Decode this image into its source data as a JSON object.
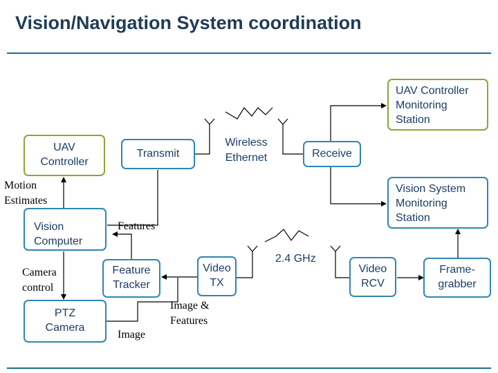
{
  "title": "Vision/Navigation System coordination",
  "nodes": {
    "uav_controller_monitoring": "UAV Controller\nMonitoring\nStation",
    "uav_controller": "UAV\nController",
    "transmit": "Transmit",
    "receive": "Receive",
    "vision_system_monitoring": "Vision System\nMonitoring\nStation",
    "vision_computer": "Vision\nComputer",
    "feature_tracker": "Feature\nTracker",
    "video_tx": "Video\nTX",
    "video_rcv": "Video\nRCV",
    "framegrabber": "Frame-\ngrabber",
    "ptz_camera": "PTZ\nCamera"
  },
  "labels": {
    "wireless_ethernet": "Wireless\nEthernet",
    "ghz": "2.4 GHz",
    "motion_estimates": "Motion\nEstimates",
    "features": "Features",
    "camera_control": "Camera\ncontrol",
    "image_features": "Image &\nFeatures",
    "image": "Image"
  },
  "colors": {
    "title": "#1f3b57",
    "box_border": "#2f86b0",
    "box_border_green": "#8aa535",
    "rule": "#1a6f96",
    "node_text": "#1a3d66"
  }
}
